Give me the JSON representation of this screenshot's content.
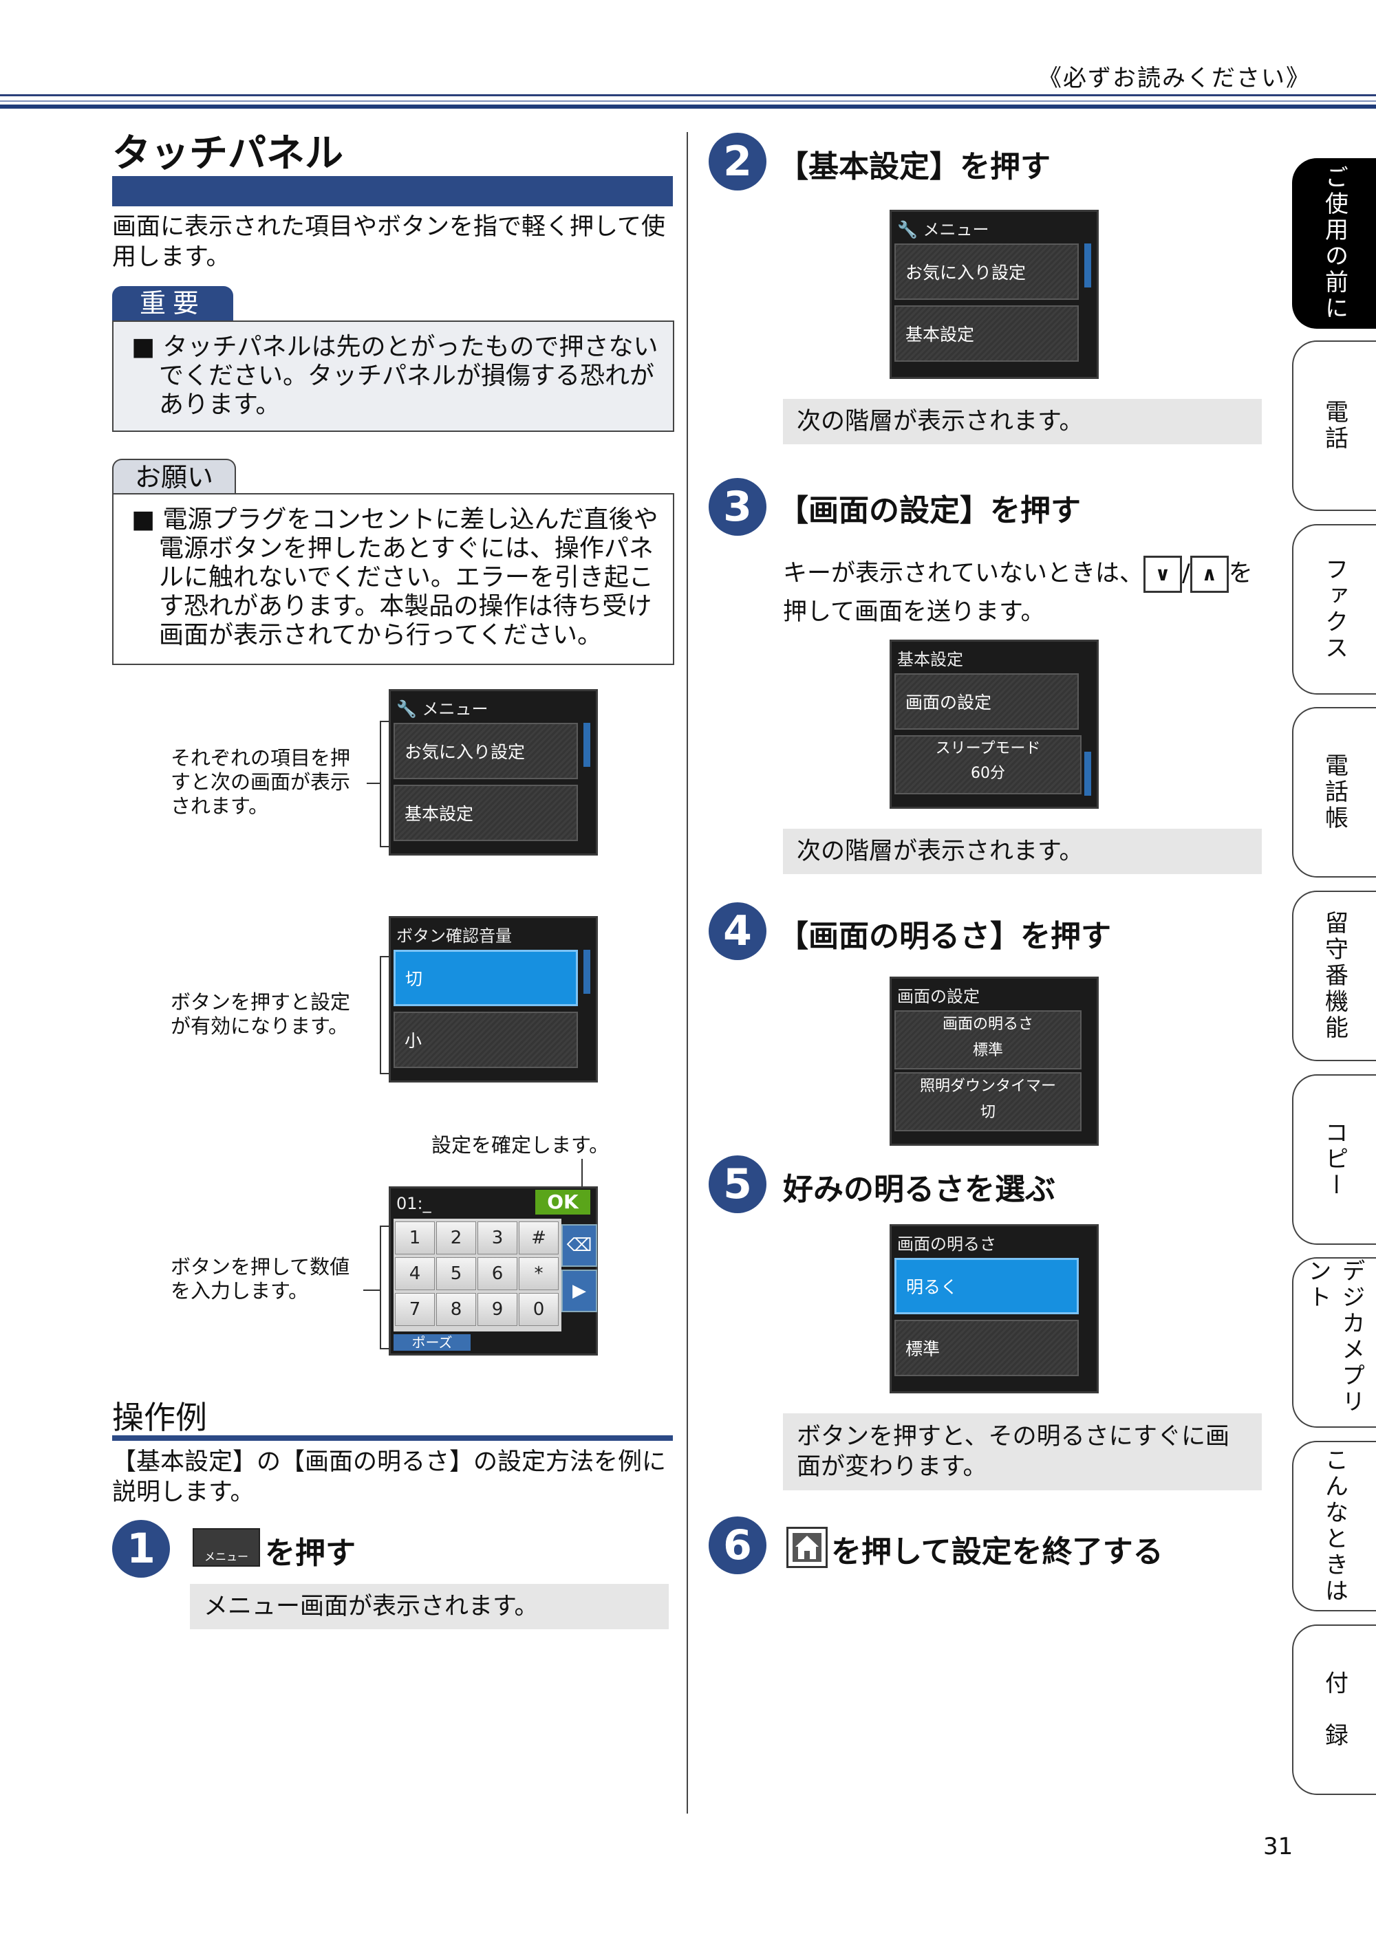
{
  "header": {
    "note": "《必ずお読みください》"
  },
  "left": {
    "title": "タッチパネル",
    "intro": "画面に表示された項目やボタンを指で軽く押して使用します。",
    "important": {
      "tag": "重要",
      "text": "■ タッチパネルは先のとがったもので押さないでください。タッチパネルが損傷する恐れがあります。"
    },
    "request": {
      "tag": "お願い",
      "text": "■ 電源プラグをコンセントに差し込んだ直後や電源ボタンを押したあとすぐには、操作パネルに触れないでください。エラーを引き起こす恐れがあります。本製品の操作は待ち受け画面が表示されてから行ってください。"
    },
    "callouts": {
      "items": "それぞれの項目を押すと次の画面が表示されます。",
      "buttons": "ボタンを押すと設定が有効になります。",
      "confirm": "設定を確定します。",
      "numbers": "ボタンを押して数値を入力します。"
    },
    "screen_menu": {
      "title": "メニュー",
      "item1": "お気に入り設定",
      "item2": "基本設定"
    },
    "screen_volume": {
      "title": "ボタン確認音量",
      "item1": "切",
      "item2": "小"
    },
    "screen_keypad": {
      "input": "01:_",
      "ok": "OK",
      "keys": [
        "1",
        "2",
        "3",
        "#",
        "4",
        "5",
        "6",
        "*",
        "7",
        "8",
        "9",
        "0"
      ],
      "pause": "ポーズ"
    },
    "example": {
      "title": "操作例",
      "intro": "【基本設定】の【画面の明るさ】の設定方法を例に説明します。"
    },
    "step1": {
      "num": "1",
      "icon_label": "メニュー",
      "title": "を押す",
      "note": "メニュー画面が表示されます。"
    }
  },
  "right": {
    "step2": {
      "num": "2",
      "title": "【基本設定】を押す",
      "screen": {
        "title": "メニュー",
        "item1": "お気に入り設定",
        "item2": "基本設定"
      },
      "note": "次の階層が表示されます。"
    },
    "step3": {
      "num": "3",
      "title": "【画面の設定】を押す",
      "desc_a": "キーが表示されていないときは、",
      "desc_sep": "/",
      "desc_b": "を",
      "desc_c": "押して画面を送ります。",
      "screen": {
        "title": "基本設定",
        "item1": "画面の設定",
        "item2_a": "スリープモード",
        "item2_b": "60分"
      },
      "note": "次の階層が表示されます。"
    },
    "step4": {
      "num": "4",
      "title": "【画面の明るさ】を押す",
      "screen": {
        "title": "画面の設定",
        "item1_a": "画面の明るさ",
        "item1_b": "標準",
        "item2_a": "照明ダウンタイマー",
        "item2_b": "切"
      }
    },
    "step5": {
      "num": "5",
      "title": "好みの明るさを選ぶ",
      "screen": {
        "title": "画面の明るさ",
        "item1": "明るく",
        "item2": "標準"
      },
      "note": "ボタンを押すと、その明るさにすぐに画面が変わります。"
    },
    "step6": {
      "num": "6",
      "title": "を押して設定を終了する"
    }
  },
  "side_tabs": [
    "ご使用の前に",
    "電話",
    "ファクス",
    "電話帳",
    "留守番機能",
    "コピー",
    "デジカメプリント",
    "こんなときは",
    "付　録"
  ],
  "page_number": "31",
  "colors": {
    "accent": "#2c4a86",
    "selected": "#1790e0",
    "ok": "#5aa51a"
  }
}
